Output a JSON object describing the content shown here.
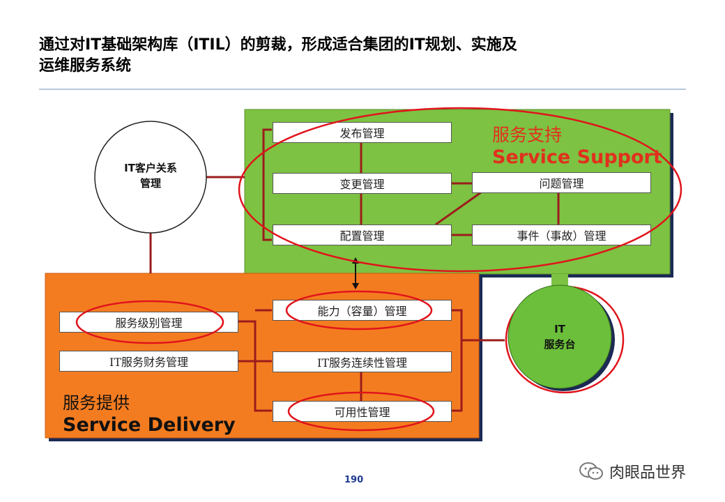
{
  "title": {
    "line1": "通过对IT基础架构库（ITIL）的剪裁，形成适合集团的IT规划、实施及",
    "line2": "运维服务系统"
  },
  "crm_circle": {
    "line1": "IT客户关系",
    "line2": "管理"
  },
  "service_desk": {
    "line1": "IT",
    "line2": "服务台"
  },
  "service_support": {
    "title_cn": "服务支持",
    "title_en": "Service Support",
    "boxes": {
      "release": "发布管理",
      "change": "变更管理",
      "problem": "问题管理",
      "configuration": "配置管理",
      "incident": "事件（事故）管理"
    }
  },
  "service_delivery": {
    "title_cn": "服务提供",
    "title_en": "Service Delivery",
    "boxes": {
      "service_level": "服务级别管理",
      "financial": "IT服务财务管理",
      "capacity": "能力（容量）管理",
      "continuity": "IT服务连续性管理",
      "availability": "可用性管理"
    }
  },
  "page_number": "190",
  "watermark": "肉眼品世界",
  "colors": {
    "support_green": "#7dc242",
    "delivery_orange": "#f47c20",
    "desk_green": "#6bbf3a",
    "connector_red": "#9b1c1c",
    "highlight_red": "#e0141b"
  }
}
